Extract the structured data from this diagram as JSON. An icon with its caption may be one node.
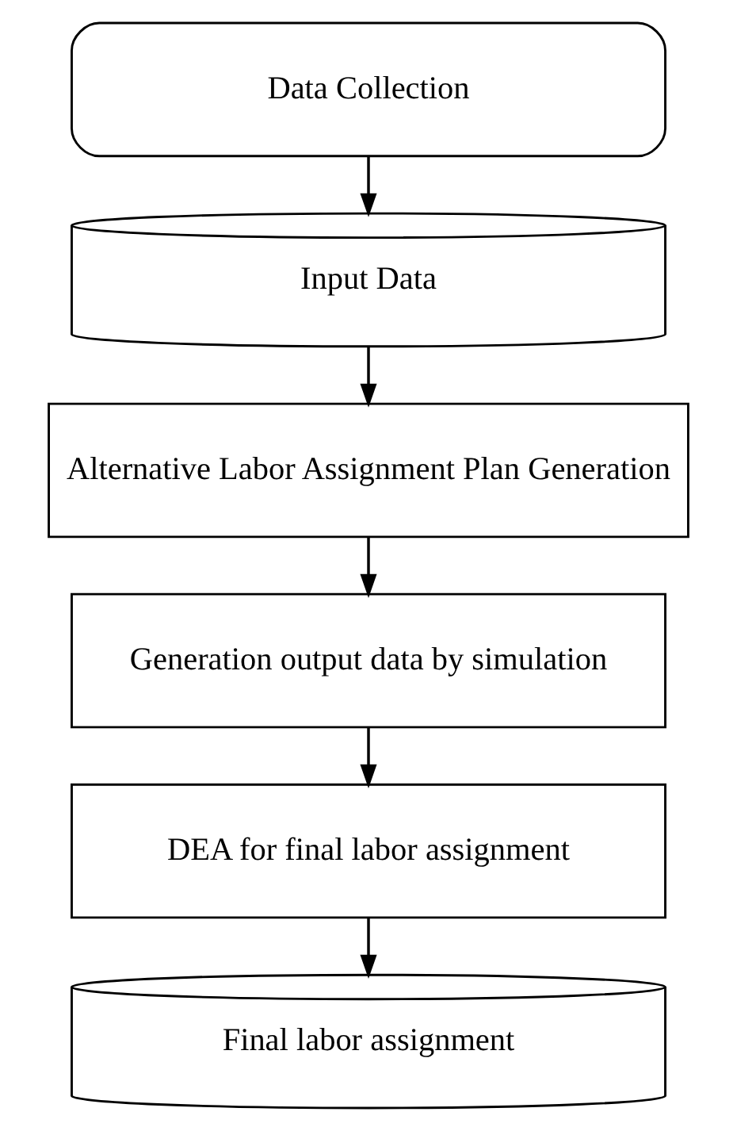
{
  "diagram": {
    "nodes": [
      {
        "text": [
          "Data Collection"
        ]
      },
      {
        "text": [
          "Input Data"
        ]
      },
      {
        "text": [
          "Alternative Labor Assignment Plan Generation"
        ]
      },
      {
        "text": [
          "Generation output data by simulation"
        ]
      },
      {
        "text": [
          "DEA for final labor assignment"
        ]
      },
      {
        "text": [
          "Final labor assignment"
        ]
      }
    ],
    "edges": [
      {
        "from": 0,
        "to": 1,
        "arrow": "to"
      },
      {
        "from": 1,
        "to": 2,
        "arrow": "to"
      },
      {
        "from": 2,
        "to": 3,
        "arrow": "to"
      },
      {
        "from": 3,
        "to": 4,
        "arrow": "to"
      },
      {
        "from": 4,
        "to": 5,
        "arrow": "to"
      }
    ]
  }
}
